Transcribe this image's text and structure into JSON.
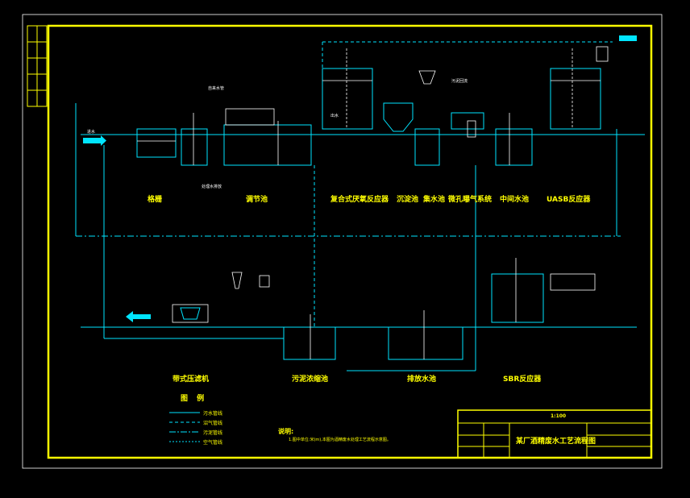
{
  "title": "某厂酒精废水工艺流程图",
  "scale_note": "1:100",
  "units": [
    "格栅",
    "调节池",
    "复合式厌氧反应器",
    "沉淀池",
    "集水池",
    "微孔曝气系统",
    "中间水池",
    "UASB反应器",
    "带式压滤机",
    "污泥浓缩池",
    "排放水池",
    "SBR反应器"
  ],
  "legend_title": "图 例",
  "legend_items": [
    "污水管线",
    "沼气管线",
    "污泥管线",
    "空气管线"
  ],
  "note_title": "说明:",
  "note_text": "1.图中单位:米(m),本图为酒精废水处理工艺流程示意图。",
  "pipe_labels": [
    "自来水管",
    "进水",
    "污泥回流",
    "出水",
    "处理水排放"
  ],
  "colors": {
    "line": "#00e5ff",
    "frame": "#ffff00",
    "text": "#ffff00",
    "detail": "#ffffff"
  }
}
